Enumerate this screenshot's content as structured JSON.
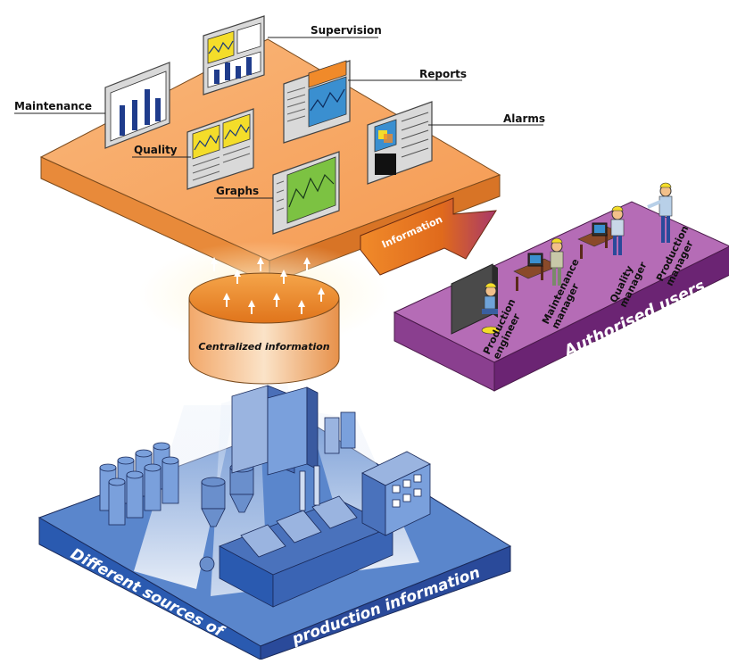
{
  "platform_labels": {
    "supervision": "Supervision",
    "reports": "Reports",
    "maintenance": "Maintenance",
    "alarms": "Alarms",
    "quality": "Quality",
    "graphs": "Graphs"
  },
  "flow": {
    "information": "Information",
    "centralized": "Centralized information"
  },
  "users": {
    "title": "Authorised users",
    "roles": [
      [
        "Production",
        "engineer"
      ],
      [
        "Maintenance",
        "manager"
      ],
      [
        "Quality",
        "manager"
      ],
      [
        "Production",
        "manager"
      ]
    ]
  },
  "sources": {
    "line1": "Different sources of",
    "line2": "production information"
  },
  "colors": {
    "orange": "#f7a25a",
    "purple": "#b56cb6",
    "blue": "#3f6fc0",
    "screen_yellow": "#f4dd2a",
    "screen_blue": "#3a8fd0",
    "screen_green": "#7cc242"
  }
}
